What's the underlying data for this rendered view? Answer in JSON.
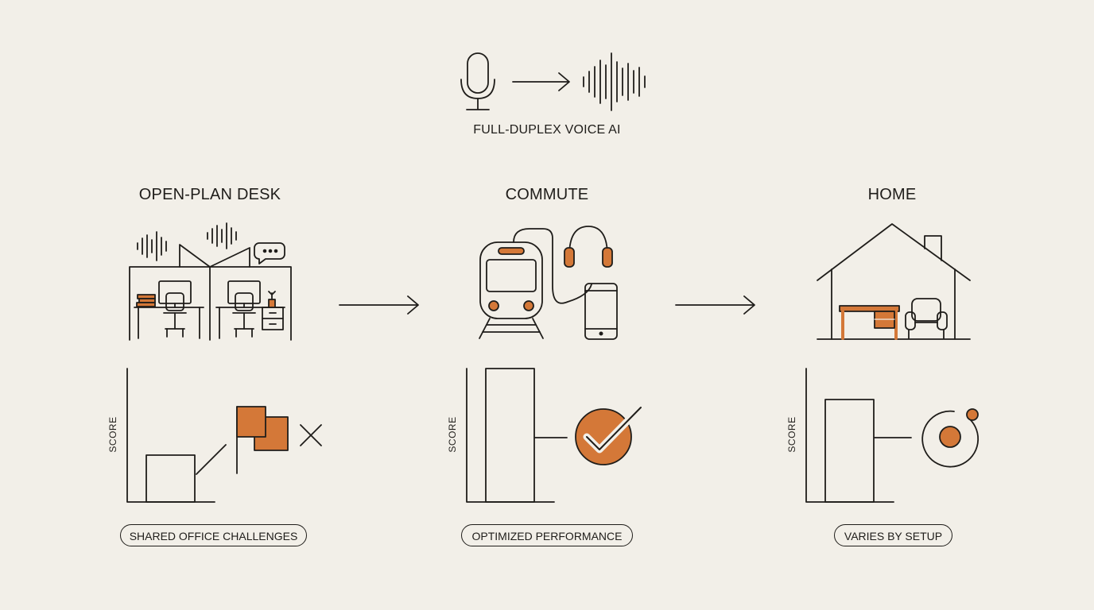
{
  "header": {
    "caption": "FULL-DUPLEX VOICE AI",
    "input_icon": "microphone-icon",
    "output_icon": "sound-wave-icon"
  },
  "columns": [
    {
      "title": "OPEN-PLAN DESK",
      "axis_label": "SCORE",
      "badge": "SHARED OFFICE CHALLENGES",
      "status_icon": "interrupted-flags-icon",
      "level": 0.35
    },
    {
      "title": "COMMUTE",
      "axis_label": "SCORE",
      "badge": "OPTIMIZED PERFORMANCE",
      "status_icon": "checkmark-icon",
      "level": 1.0
    },
    {
      "title": "HOME",
      "axis_label": "SCORE",
      "badge": "VARIES BY SETUP",
      "status_icon": "variable-target-icon",
      "level": 0.77
    }
  ],
  "colors": {
    "background": "#f2efe8",
    "ink": "#1f1d1a",
    "accent": "#d47838"
  }
}
